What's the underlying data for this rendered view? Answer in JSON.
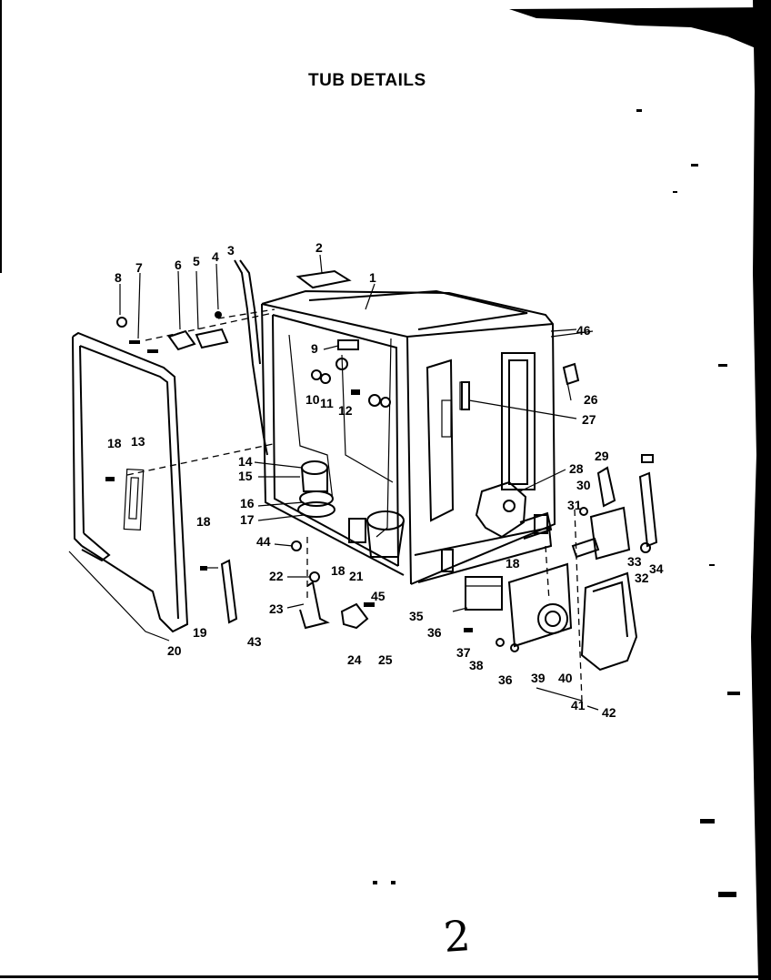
{
  "title": "TUB DETAILS",
  "page_number": "2",
  "callouts": [
    {
      "id": "c1",
      "label": "1"
    },
    {
      "id": "c2",
      "label": "2"
    },
    {
      "id": "c3",
      "label": "3"
    },
    {
      "id": "c4",
      "label": "4"
    },
    {
      "id": "c5",
      "label": "5"
    },
    {
      "id": "c6",
      "label": "6"
    },
    {
      "id": "c7",
      "label": "7"
    },
    {
      "id": "c8",
      "label": "8"
    },
    {
      "id": "c9",
      "label": "9"
    },
    {
      "id": "c10",
      "label": "10"
    },
    {
      "id": "c11",
      "label": "11"
    },
    {
      "id": "c12",
      "label": "12"
    },
    {
      "id": "c13",
      "label": "13"
    },
    {
      "id": "c14",
      "label": "14"
    },
    {
      "id": "c15",
      "label": "15"
    },
    {
      "id": "c16",
      "label": "16"
    },
    {
      "id": "c17",
      "label": "17"
    },
    {
      "id": "c18a",
      "label": "18"
    },
    {
      "id": "c18b",
      "label": "18"
    },
    {
      "id": "c18c",
      "label": "18"
    },
    {
      "id": "c18d",
      "label": "18"
    },
    {
      "id": "c19",
      "label": "19"
    },
    {
      "id": "c20",
      "label": "20"
    },
    {
      "id": "c21",
      "label": "21"
    },
    {
      "id": "c22",
      "label": "22"
    },
    {
      "id": "c23",
      "label": "23"
    },
    {
      "id": "c24",
      "label": "24"
    },
    {
      "id": "c25",
      "label": "25"
    },
    {
      "id": "c26",
      "label": "26"
    },
    {
      "id": "c27",
      "label": "27"
    },
    {
      "id": "c28",
      "label": "28"
    },
    {
      "id": "c29",
      "label": "29"
    },
    {
      "id": "c30",
      "label": "30"
    },
    {
      "id": "c31",
      "label": "31"
    },
    {
      "id": "c32",
      "label": "32"
    },
    {
      "id": "c33",
      "label": "33"
    },
    {
      "id": "c34",
      "label": "34"
    },
    {
      "id": "c35",
      "label": "35"
    },
    {
      "id": "c36a",
      "label": "36"
    },
    {
      "id": "c36b",
      "label": "36"
    },
    {
      "id": "c37",
      "label": "37"
    },
    {
      "id": "c38",
      "label": "38"
    },
    {
      "id": "c39",
      "label": "39"
    },
    {
      "id": "c40",
      "label": "40"
    },
    {
      "id": "c41",
      "label": "41"
    },
    {
      "id": "c42",
      "label": "42"
    },
    {
      "id": "c43",
      "label": "43"
    },
    {
      "id": "c44",
      "label": "44"
    },
    {
      "id": "c45",
      "label": "45"
    },
    {
      "id": "c46",
      "label": "46"
    }
  ]
}
